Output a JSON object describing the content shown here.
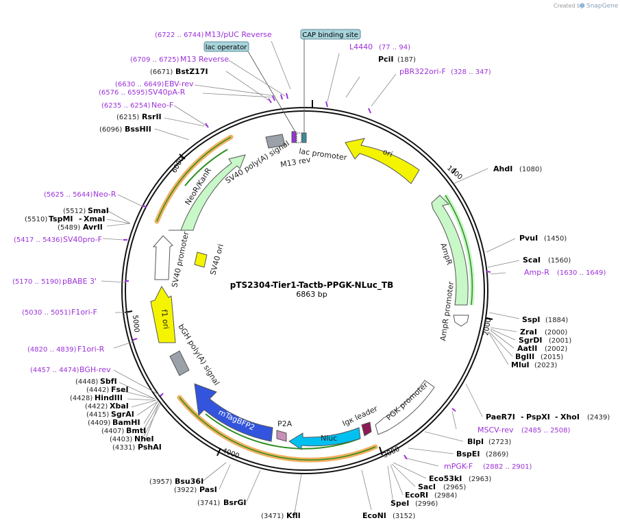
{
  "watermark": {
    "created_by": "Created by",
    "brand": "SnapGene"
  },
  "plasmid": {
    "name": "pTS2304-Tier1-Tactb-PPGK-NLuc_TB",
    "length": "6863 bp",
    "size_bp": 6863
  },
  "colors": {
    "outer_ring": "#111111",
    "primer": "#9b30d9",
    "yellow_feature": "#f4f400",
    "green_feature": "#c8f7c8",
    "blue_feature": "#3355dd",
    "cyan_feature": "#00c0f0",
    "grey_feature": "#9aa1a8",
    "orf_orange": "#f0b060",
    "orf_green": "#2c8c1c"
  },
  "tick_labels": [
    {
      "text": "1000",
      "bp": 1000
    },
    {
      "text": "2000",
      "bp": 2000
    },
    {
      "text": "3000",
      "bp": 3000
    },
    {
      "text": "4000",
      "bp": 4000
    },
    {
      "text": "5000",
      "bp": 5000
    },
    {
      "text": "6000",
      "bp": 6000
    }
  ],
  "boxed_labels": [
    {
      "text": "CAP binding site"
    },
    {
      "text": "lac operator"
    }
  ],
  "sites": [
    {
      "name": "PciI",
      "pos": "(187)"
    },
    {
      "name": "AhdI",
      "pos": "(1080)"
    },
    {
      "name": "PvuI",
      "pos": "(1450)"
    },
    {
      "name": "ScaI",
      "pos": "(1560)"
    },
    {
      "name": "SspI",
      "pos": "(1884)"
    },
    {
      "name": "ZraI",
      "pos": "(2000)"
    },
    {
      "name": "SgrDI",
      "pos": "(2001)"
    },
    {
      "name": "AatII",
      "pos": "(2002)"
    },
    {
      "name": "BglII",
      "pos": "(2015)"
    },
    {
      "name": "MluI",
      "pos": "(2023)"
    },
    {
      "name": "PaeR7I",
      "name2": "PspXI",
      "name3": "XhoI",
      "pos": "(2439)"
    },
    {
      "name": "BlpI",
      "pos": "(2723)"
    },
    {
      "name": "BspEI",
      "pos": "(2869)"
    },
    {
      "name": "Eco53kI",
      "pos": "(2963)"
    },
    {
      "name": "SacI",
      "pos": "(2965)"
    },
    {
      "name": "EcoRI",
      "pos": "(2984)"
    },
    {
      "name": "SpeI",
      "pos": "(2996)"
    },
    {
      "name": "EcoNI",
      "pos": "(3152)"
    },
    {
      "name": "KflI",
      "pos": "(3471)"
    },
    {
      "name": "BsrGI",
      "pos": "(3741)"
    },
    {
      "name": "PasI",
      "pos": "(3922)"
    },
    {
      "name": "Bsu36I",
      "pos": "(3957)"
    },
    {
      "name": "PshAI",
      "pos": "(4331)"
    },
    {
      "name": "NheI",
      "pos": "(4403)"
    },
    {
      "name": "BmtI",
      "pos": "(4407)"
    },
    {
      "name": "BamHI",
      "pos": "(4409)"
    },
    {
      "name": "SgrAI",
      "pos": "(4415)"
    },
    {
      "name": "XbaI",
      "pos": "(4422)"
    },
    {
      "name": "HindIII",
      "pos": "(4428)"
    },
    {
      "name": "FseI",
      "pos": "(4442)"
    },
    {
      "name": "SbfI",
      "pos": "(4448)"
    },
    {
      "name": "AvrII",
      "pos": "(5489)"
    },
    {
      "name": "TspMI",
      "name2": "XmaI",
      "pos": "(5510)"
    },
    {
      "name": "SmaI",
      "pos": "(5512)"
    },
    {
      "name": "BssHII",
      "pos": "(6096)"
    },
    {
      "name": "RsrII",
      "pos": "(6215)"
    },
    {
      "name": "BstZ17I",
      "pos": "(6671)"
    }
  ],
  "primers": [
    {
      "name": "L4440",
      "pos": "(77 .. 94)"
    },
    {
      "name": "pBR322ori-F",
      "pos": "(328 .. 347)"
    },
    {
      "name": "Amp-R",
      "pos": "(1630 .. 1649)"
    },
    {
      "name": "MSCV-rev",
      "pos": "(2485 .. 2508)"
    },
    {
      "name": "mPGK-F",
      "pos": "(2882 .. 2901)"
    },
    {
      "name": "BGH-rev",
      "pos": "(4457 .. 4474)"
    },
    {
      "name": "F1ori-R",
      "pos": "(4820 .. 4839)"
    },
    {
      "name": "F1ori-F",
      "pos": "(5030 .. 5051)"
    },
    {
      "name": "pBABE 3'",
      "pos": "(5170 .. 5190)"
    },
    {
      "name": "SV40pro-F",
      "pos": "(5417 .. 5436)"
    },
    {
      "name": "Neo-R",
      "pos": "(5625 .. 5644)"
    },
    {
      "name": "Neo-F",
      "pos": "(6235 .. 6254)"
    },
    {
      "name": "SV40pA-R",
      "pos": "(6576 .. 6595)"
    },
    {
      "name": "EBV-rev",
      "pos": "(6630 .. 6649)"
    },
    {
      "name": "M13 Reverse",
      "pos": "(6709 .. 6725)"
    },
    {
      "name": "M13/pUC Reverse",
      "pos": "(6722 .. 6744)"
    }
  ],
  "features": [
    {
      "label": "ori"
    },
    {
      "label": "AmpR"
    },
    {
      "label": "AmpR promoter"
    },
    {
      "label": "PGK promoter"
    },
    {
      "label": "Igκ leader"
    },
    {
      "label": "Nluc"
    },
    {
      "label": "P2A"
    },
    {
      "label": "mTagBFP2"
    },
    {
      "label": "bGH poly(A) signal"
    },
    {
      "label": "f1 ori"
    },
    {
      "label": "SV40 promoter"
    },
    {
      "label": "SV40 ori"
    },
    {
      "label": "NeoR/KanR"
    },
    {
      "label": "SV40 poly(A) signal"
    },
    {
      "label": "M13 rev"
    },
    {
      "label": "lac promoter"
    }
  ]
}
